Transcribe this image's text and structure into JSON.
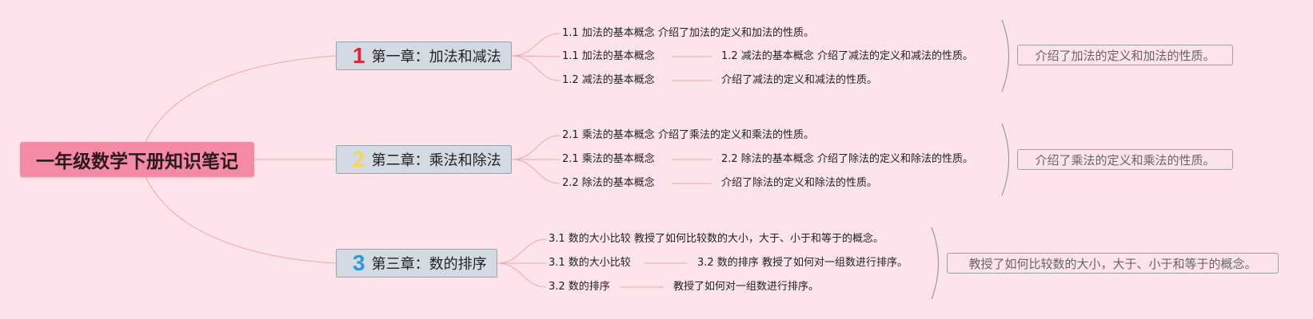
{
  "root": {
    "title": "一年级数学下册知识笔记"
  },
  "colors": {
    "link": "#f0a3b8",
    "bracket": "#9a9aa0",
    "num1": "#d42a3c",
    "num2": "#f3d561",
    "num3": "#2f9ad6"
  },
  "chapters": [
    {
      "num": "1",
      "label": "第一章：加法和减法",
      "leaves": [
        {
          "a": "1.1 加法的基本概念 介绍了加法的定义和加法的性质。"
        },
        {
          "a": "1.1 加法的基本概念",
          "b": "1.2 减法的基本概念 介绍了减法的定义和减法的性质。"
        },
        {
          "a": "1.2 减法的基本概念",
          "b": "介绍了减法的定义和减法的性质。"
        }
      ],
      "summary": "介绍了加法的定义和加法的性质。"
    },
    {
      "num": "2",
      "label": "第二章：乘法和除法",
      "leaves": [
        {
          "a": "2.1 乘法的基本概念 介绍了乘法的定义和乘法的性质。"
        },
        {
          "a": "2.1 乘法的基本概念",
          "b": "2.2 除法的基本概念 介绍了除法的定义和除法的性质。"
        },
        {
          "a": "2.2 除法的基本概念",
          "b": "介绍了除法的定义和除法的性质。"
        }
      ],
      "summary": "介绍了乘法的定义和乘法的性质。"
    },
    {
      "num": "3",
      "label": "第三章：数的排序",
      "leaves": [
        {
          "a": "3.1 数的大小比较 教授了如何比较数的大小，大于、小于和等于的概念。"
        },
        {
          "a": "3.1 数的大小比较",
          "b": "3.2 数的排序 教授了如何对一组数进行排序。"
        },
        {
          "a": "3.2 数的排序",
          "b": "教授了如何对一组数进行排序。"
        }
      ],
      "summary": "教授了如何比较数的大小，大于、小于和等于的概念。"
    }
  ]
}
